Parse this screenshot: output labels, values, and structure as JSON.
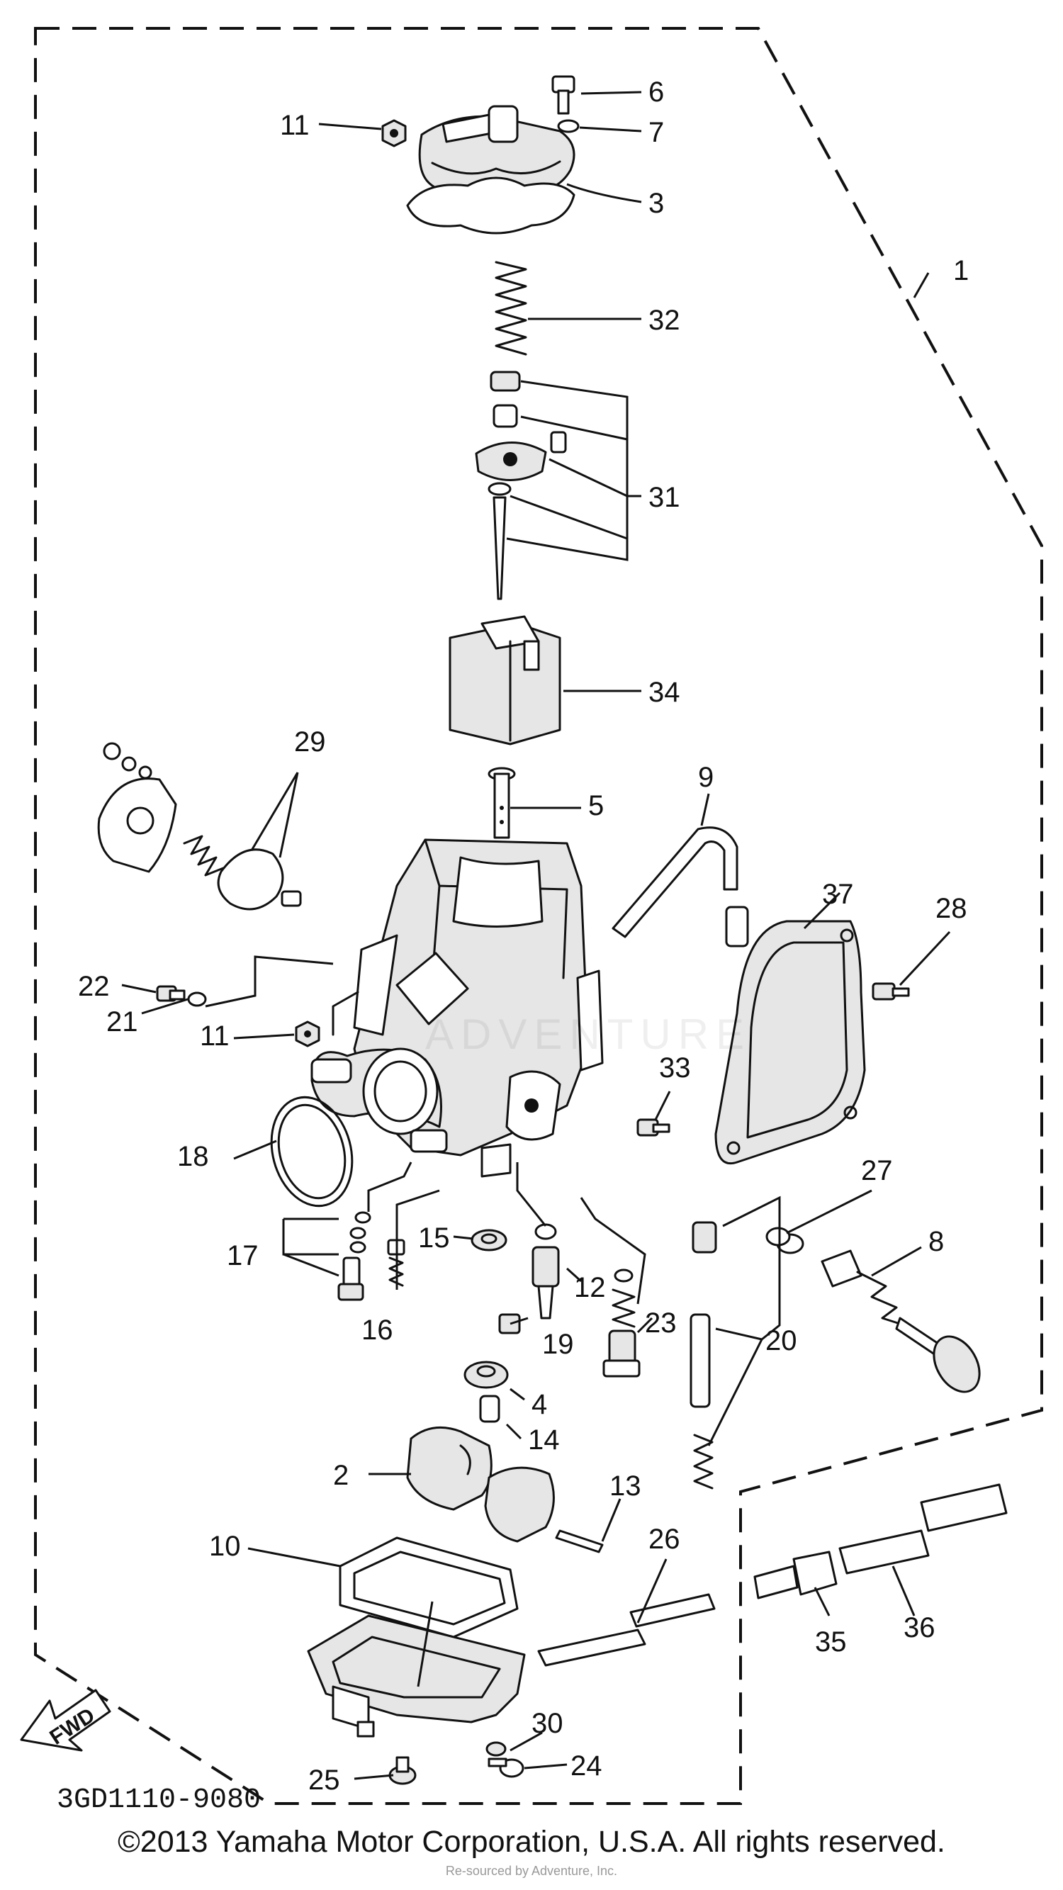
{
  "diagram": {
    "drawing_code": "3GD1110-9080",
    "fwd_label": "FWD",
    "watermark": "ADVENTURE",
    "callouts": {
      "c1": "1",
      "c2": "2",
      "c3": "3",
      "c4": "4",
      "c5": "5",
      "c6": "6",
      "c7": "7",
      "c8": "8",
      "c9": "9",
      "c10": "10",
      "c11a": "11",
      "c11b": "11",
      "c12": "12",
      "c13": "13",
      "c14": "14",
      "c15": "15",
      "c16": "16",
      "c17": "17",
      "c18": "18",
      "c19": "19",
      "c20": "20",
      "c21": "21",
      "c22": "22",
      "c23": "23",
      "c24": "24",
      "c25": "25",
      "c26": "26",
      "c27": "27",
      "c28": "28",
      "c29": "29",
      "c30": "30",
      "c31": "31",
      "c32": "32",
      "c33": "33",
      "c34": "34",
      "c35": "35",
      "c36": "36",
      "c37": "37"
    }
  },
  "footer": {
    "copyright": "©2013 Yamaha Motor Corporation, U.S.A. All rights reserved.",
    "faint_text": "Re-sourced by Adventure, Inc."
  }
}
